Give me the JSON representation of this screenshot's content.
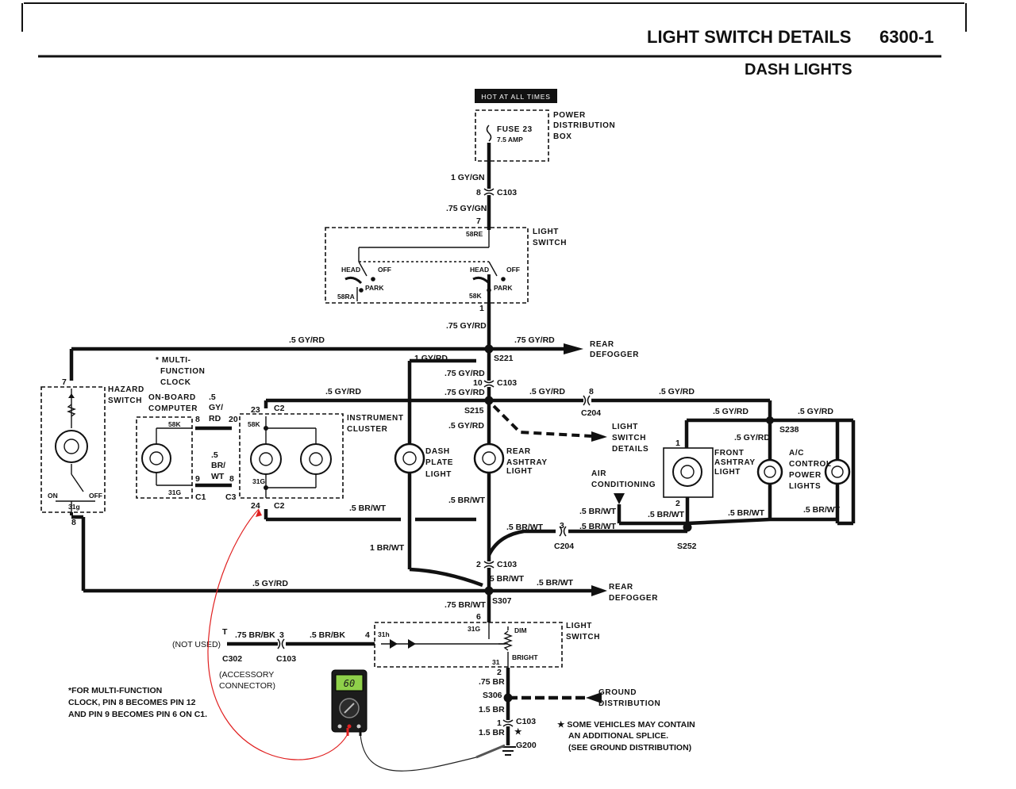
{
  "header": {
    "title": "LIGHT SWITCH DETAILS",
    "page_number": "6300-1",
    "subtitle": "DASH LIGHTS"
  },
  "diagram": {
    "hot_label": "HOT AT ALL TIMES",
    "power_box": {
      "name": [
        "POWER",
        "DISTRIBUTION",
        "BOX"
      ],
      "fuse": "FUSE 23",
      "amp": "7.5 AMP"
    },
    "wires": {
      "w1": "1 GY/GN",
      "w2": ".75 GY/GN",
      "w3": ".75 GY/RD",
      "w4": ".5 GY/RD",
      "w5": ".75 GY/RD",
      "w6": "1 GY/RD",
      "w7": ".75 GY/RD",
      "w8": ".75 GY/RD",
      "w9": ".5 GY/RD",
      "w10": ".5 GY/RD",
      "w11": ".5 GY/RD",
      "w12": ".5 GY/RD",
      "w13": ".5 GY/RD",
      "w14": ".5 GY/RD",
      "w15": ".5 GY/RD",
      "w16": ".5 BR/WT",
      "w17": ".5 BR/WT",
      "w18": ".5 BR/WT",
      "w19": ".5 BR/WT",
      "w20": ".5 BR/WT",
      "w21": ".5 BR/WT",
      "w22": ".5 BR/WT",
      "w23": "1 BR/WT",
      "w24": ".5 BR/WT",
      "w25": ".5 BR/WT",
      "w26": ".5 BR/WT",
      "w27": ".75 BR/WT",
      "w28": ".75 BR/BK",
      "w29": ".5 BR/BK",
      "w30": ".75 BR",
      "w31": "1.5 BR",
      "w32": "1.5 BR",
      "clock_gy": [
        ".5",
        "GY/",
        "RD"
      ],
      "clock_br": [
        ".5",
        "BR/",
        "WT"
      ]
    },
    "connectors": {
      "c103a": "C103",
      "c103b": "C103",
      "c103c": "C103",
      "c103d": "C103",
      "c103e": "C103",
      "c204a": "C204",
      "c204b": "C204",
      "c2a": "C2",
      "c2b": "C2",
      "c1": "C1",
      "c3": "C3",
      "c302": "C302",
      "s221": "S221",
      "s215": "S215",
      "s238": "S238",
      "s252": "S252",
      "s307": "S307",
      "s306": "S306",
      "g200": "G200"
    },
    "pins": {
      "p8": "8",
      "p7": "7",
      "p1": "1",
      "p10": "10",
      "p2": "2",
      "p6": "6",
      "p2b": "2",
      "p1b": "1",
      "p7h": "7",
      "p8h": "8",
      "p23": "23",
      "p24": "24",
      "p8c": "8",
      "p20": "20",
      "p9": "9",
      "p8d": "8",
      "p8e": "8",
      "p3": "3",
      "p1f": "1",
      "p2f": "2",
      "p4": "4",
      "pT": "T",
      "p3b": "3"
    },
    "terminals": {
      "t58re": "58RE",
      "t58ra": "58RA",
      "t58k": "58K",
      "t58k2": "58K",
      "t31g": "31G",
      "t31g2": "31G",
      "t31g3": "31g",
      "t31g4": "31G",
      "t31h": "31h",
      "t31": "31",
      "t58k3": "58K"
    },
    "light_switch_top": {
      "name": [
        "LIGHT",
        "SWITCH"
      ],
      "head": "HEAD",
      "off": "OFF",
      "park": "PARK",
      "head2": "HEAD",
      "off2": "OFF",
      "park2": "PARK"
    },
    "light_switch_bottom": {
      "name": [
        "LIGHT",
        "SWITCH"
      ],
      "dim": "DIM",
      "bright": "BRIGHT"
    },
    "hazard_switch": {
      "name": [
        "HAZARD",
        "SWITCH"
      ],
      "on": "ON",
      "off": "OFF"
    },
    "clock": {
      "name": [
        "* MULTI-",
        "FUNCTION",
        "CLOCK"
      ],
      "computer": [
        "ON-BOARD",
        "COMPUTER"
      ]
    },
    "instrument_cluster": {
      "name": [
        "INSTRUMENT",
        "CLUSTER"
      ]
    },
    "components": {
      "dash_plate": [
        "DASH",
        "PLATE",
        "LIGHT"
      ],
      "rear_ashtray": [
        "REAR",
        "ASHTRAY",
        "LIGHT"
      ],
      "front_ashtray": [
        "FRONT",
        "ASHTRAY",
        "LIGHT"
      ],
      "ac_control": [
        "A/C",
        "CONTROL",
        "POWER",
        "LIGHTS"
      ],
      "light_switch_details": [
        "LIGHT",
        "SWITCH",
        "DETAILS"
      ],
      "air_conditioning": [
        "AIR",
        "CONDITIONING"
      ],
      "rear_defogger_top": [
        "REAR",
        "DEFOGGER"
      ],
      "rear_defogger_bottom": [
        "REAR",
        "DEFOGGER"
      ],
      "ground_distribution": [
        "GROUND",
        "DISTRIBUTION"
      ],
      "not_used": "(NOT USED)",
      "accessory": [
        "(ACCESSORY",
        "CONNECTOR)"
      ]
    },
    "footnote": [
      "*FOR MULTI-FUNCTION",
      "CLOCK, PIN 8 BECOMES PIN 12",
      "AND PIN 9 BECOMES PIN 6 ON C1."
    ],
    "star_note": [
      "★ SOME VEHICLES MAY CONTAIN",
      "AN ADDITIONAL SPLICE.",
      "(SEE GROUND DISTRIBUTION)"
    ],
    "star_symbol": "★"
  },
  "multimeter": {
    "reading": "60"
  }
}
